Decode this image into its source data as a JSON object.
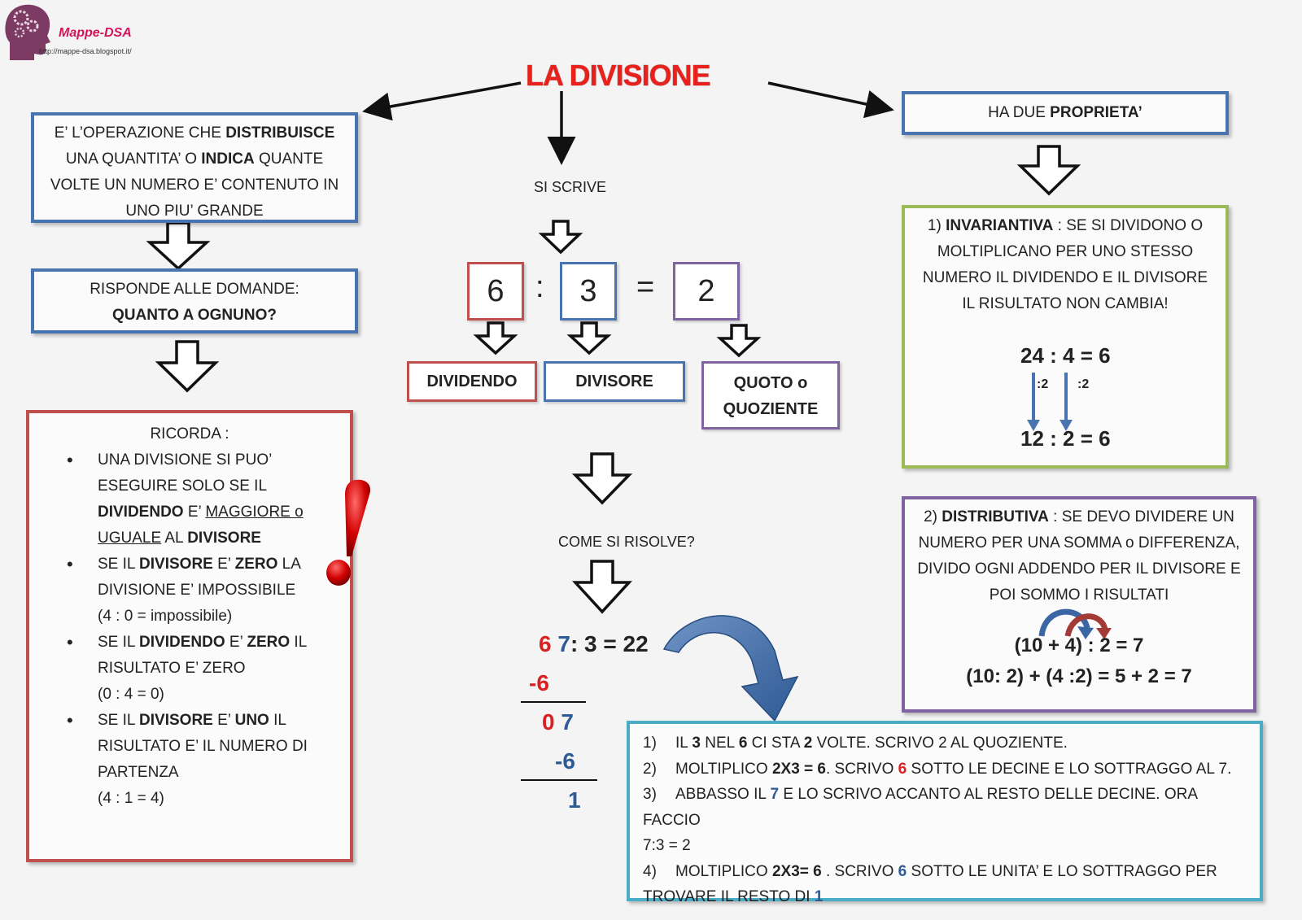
{
  "logo": {
    "brand": "Mappe-DSA",
    "url": "http://mappe-dsa.blogspot.it/"
  },
  "title": "LA DIVISIONE",
  "definition": {
    "parts": [
      {
        "t": "E’ L’OPERAZIONE CHE ",
        "b": false
      },
      {
        "t": "DISTRIBUISCE",
        "b": true
      },
      {
        "t": " UNA QUANTITA’ O ",
        "b": false
      },
      {
        "t": "INDICA",
        "b": true
      },
      {
        "t": " QUANTE VOLTE UN NUMERO E’ CONTENUTO IN UNO PIU’ GRANDE",
        "b": false
      }
    ]
  },
  "answers": {
    "line1": "RISPONDE ALLE DOMANDE:",
    "line2": "QUANTO A OGNUNO?"
  },
  "remember": {
    "title": "RICORDA :",
    "items": [
      [
        {
          "t": "UNA DIVISIONE SI PUO’ ESEGUIRE SOLO SE IL ",
          "s": ""
        },
        {
          "t": "DIVIDENDO",
          "s": "b"
        },
        {
          "t": " E’ ",
          "s": ""
        },
        {
          "t": "MAGGIORE o UGUALE",
          "s": "u"
        },
        {
          "t": " AL ",
          "s": ""
        },
        {
          "t": "DIVISORE",
          "s": "b"
        }
      ],
      [
        {
          "t": "SE IL ",
          "s": ""
        },
        {
          "t": "DIVISORE",
          "s": "b"
        },
        {
          "t": " E’ ",
          "s": ""
        },
        {
          "t": "ZERO",
          "s": "b"
        },
        {
          "t": " LA DIVISIONE E’ IMPOSSIBILE",
          "s": ""
        },
        {
          "t": "(4 : 0 = impossibile)",
          "s": "br"
        }
      ],
      [
        {
          "t": "SE IL ",
          "s": ""
        },
        {
          "t": "DIVIDENDO",
          "s": "b"
        },
        {
          "t": " E’ ",
          "s": ""
        },
        {
          "t": "ZERO",
          "s": "b"
        },
        {
          "t": " IL RISULTATO E’ ZERO",
          "s": ""
        },
        {
          "t": "(0 : 4 = 0)",
          "s": "br"
        }
      ],
      [
        {
          "t": "SE IL ",
          "s": ""
        },
        {
          "t": "DIVISORE",
          "s": "b"
        },
        {
          "t": " E’ ",
          "s": ""
        },
        {
          "t": "UNO",
          "s": "b"
        },
        {
          "t": " IL RISULTATO E’ IL NUMERO DI PARTENZA",
          "s": ""
        },
        {
          "t": "(4 : 1 = 4)",
          "s": "br"
        }
      ]
    ],
    "bullet": "•"
  },
  "si_scrive": "SI SCRIVE",
  "equation": {
    "dividend": "6",
    "op": ":",
    "divisor": "3",
    "eq": "=",
    "quotient": "2"
  },
  "labels": {
    "dividend": "DIVIDENDO",
    "divisor": "DIVISORE",
    "quotient_line1": "QUOTO o",
    "quotient_line2": "QUOZIENTE"
  },
  "come_si_risolve": "COME SI RISOLVE?",
  "column_division": {
    "d1": "6",
    "d2": "7",
    "rest": ": 3 = 22",
    "sub1": "-6",
    "r1a": "0",
    "r1b": "7",
    "sub2": "-6",
    "remainder": "1"
  },
  "steps": [
    {
      "n": "1)",
      "parts": [
        {
          "t": "IL ",
          "s": ""
        },
        {
          "t": "3",
          "s": "b"
        },
        {
          "t": " NEL ",
          "s": ""
        },
        {
          "t": "6",
          "s": "b"
        },
        {
          "t": " CI STA ",
          "s": ""
        },
        {
          "t": "2",
          "s": "b"
        },
        {
          "t": " VOLTE. SCRIVO 2 AL QUOZIENTE.",
          "s": ""
        }
      ]
    },
    {
      "n": "2)",
      "parts": [
        {
          "t": "MOLTIPLICO ",
          "s": ""
        },
        {
          "t": "2X3 = 6",
          "s": "b"
        },
        {
          "t": ". SCRIVO ",
          "s": ""
        },
        {
          "t": "6",
          "s": "r"
        },
        {
          "t": " SOTTO LE DECINE E LO SOTTRAGGO AL 7.",
          "s": ""
        }
      ]
    },
    {
      "n": "3)",
      "parts": [
        {
          "t": "ABBASSO IL ",
          "s": ""
        },
        {
          "t": "7",
          "s": "bl"
        },
        {
          "t": " E LO SCRIVO ACCANTO AL RESTO DELLE DECINE. ORA FACCIO",
          "s": ""
        }
      ]
    },
    {
      "n": "",
      "parts": [
        {
          "t": "7:3 = 2",
          "s": ""
        }
      ]
    },
    {
      "n": "4)",
      "parts": [
        {
          "t": "MOLTIPLICO ",
          "s": ""
        },
        {
          "t": "2X3= 6",
          "s": "b"
        },
        {
          "t": " . SCRIVO ",
          "s": ""
        },
        {
          "t": "6",
          "s": "bl"
        },
        {
          "t": " SOTTO LE UNITA’ E LO SOTTRAGGO PER",
          "s": ""
        }
      ]
    },
    {
      "n": "",
      "parts": [
        {
          "t": "TROVARE IL RESTO DI ",
          "s": ""
        },
        {
          "t": "1",
          "s": "bl"
        }
      ]
    }
  ],
  "properties": {
    "header_pre": "HA DUE ",
    "header_bold": "PROPRIETA’",
    "p1": {
      "num": "1) ",
      "name": "INVARIANTIVA",
      "text": " : SE SI DIVIDONO O MOLTIPLICANO PER UNO STESSO NUMERO IL DIVIDENDO E IL DIVISORE IL RISULTATO NON CAMBIA!",
      "eq1": "24 : 4 = 6",
      "div_a": ":2",
      "div_b": ":2",
      "eq2": "12 : 2 = 6"
    },
    "p2": {
      "num": "2) ",
      "name": "DISTRIBUTIVA",
      "text": " : SE DEVO DIVIDERE UN NUMERO PER UNA SOMMA o DIFFERENZA, DIVIDO OGNI ADDENDO PER IL DIVISORE E POI SOMMO I RISULTATI",
      "eq1": "(10 + 4) : 2 = 7",
      "eq2": "(10: 2) + (4 :2) = 5 + 2 = 7"
    }
  },
  "colors": {
    "title": "#e8211c",
    "blue": "#4a74b0",
    "red": "#c0504d",
    "purple": "#8064a2",
    "green": "#9bbb59",
    "teal": "#4bacc6"
  }
}
